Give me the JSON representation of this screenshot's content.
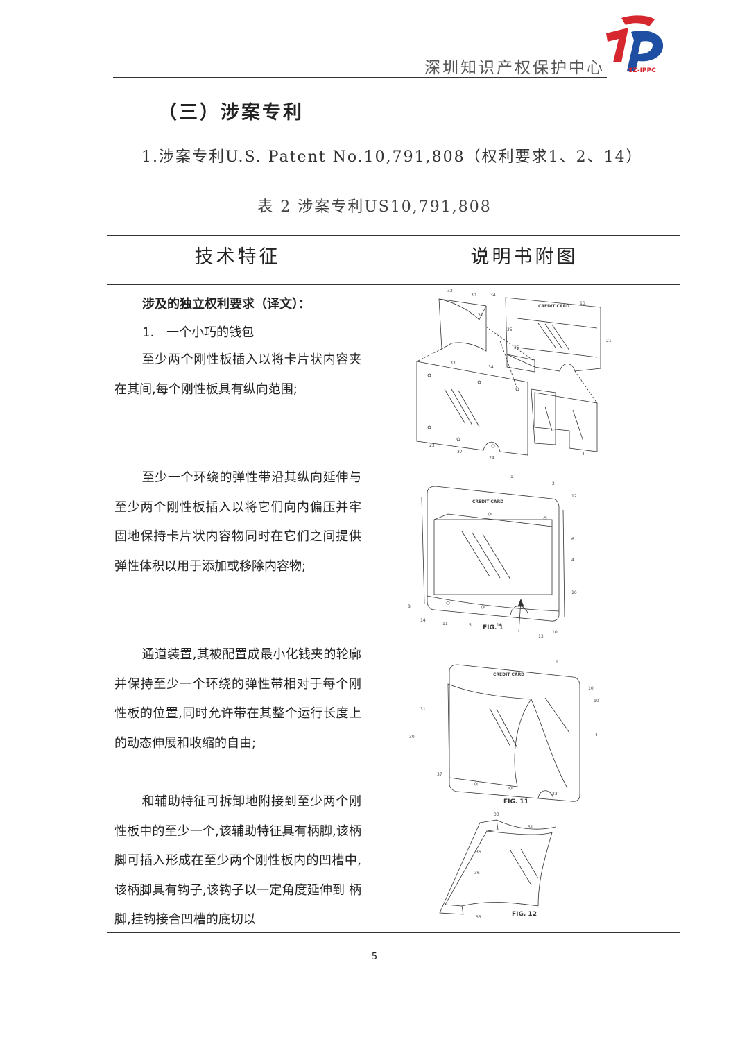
{
  "header": {
    "org_name": "深圳知识产权保护中心",
    "logo_text": "SZ-IPPC"
  },
  "section_title": "（三）涉案专利",
  "patent_line": "1.涉案专利U.S. Patent No.10,791,808（权利要求1、2、14）",
  "table_caption": "表 2 涉案专利US10,791,808",
  "table": {
    "col_left_header": "技术特征",
    "col_right_header": "说明书附图",
    "claim_heading": "涉及的独立权利要求（译文）：",
    "claim_item": "1.　一个小巧的钱包",
    "paragraphs": [
      "至少两个刚性板插入以将卡片状内容夹在其间,每个刚性板具有纵向范围;",
      "至少一个环绕的弹性带沿其纵向延伸与至少两个刚性板插入以将它们向内偏压并牢固地保持卡片状内容物同时在它们之间提供弹性体积以用于添加或移除内容物;",
      "通道装置,其被配置成最小化钱夹的轮廓并保持至少一个环绕的弹性带相对于每个刚性板的位置,同时允许带在其整个运行长度上的动态伸展和收缩的自由;",
      "和辅助特征可拆卸地附接到至少两个刚性板中的至少一个,该辅助特征具有柄脚,该柄脚可插入形成在至少两个刚性板内的凹槽中,该柄脚具有钩子,该钩子以一定角度延伸到 柄脚,挂钩接合凹槽的底切以"
    ]
  },
  "figures": {
    "card_text": "CREDIT CARD",
    "fig1_label": "FIG. 1",
    "fig11_label": "FIG. 11",
    "fig12_label": "FIG. 12",
    "exploded_refs": [
      "33",
      "30",
      "34",
      "31",
      "35",
      "35",
      "10",
      "21",
      "33",
      "34",
      "23",
      "37",
      "24",
      "4"
    ],
    "fig1_refs": [
      "1",
      "2",
      "12",
      "6",
      "4",
      "10",
      "8",
      "14",
      "11",
      "5",
      "16",
      "13",
      "10"
    ],
    "fig11_refs": [
      "1",
      "10",
      "10",
      "31",
      "30",
      "4",
      "37",
      "23"
    ],
    "fig12_refs": [
      "33",
      "31",
      "36",
      "36",
      "33"
    ]
  },
  "page_number": "5"
}
